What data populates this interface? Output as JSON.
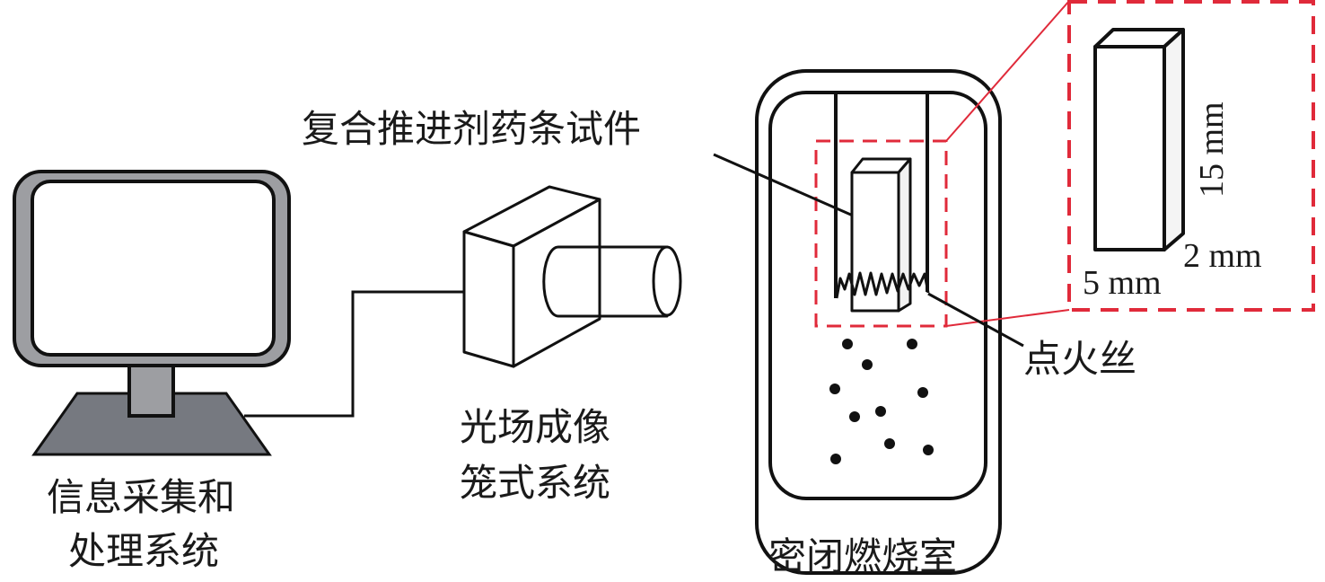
{
  "diagram": {
    "title": "",
    "components": {
      "computer": {
        "label_line1": "信息采集和",
        "label_line2": "处理系统"
      },
      "camera": {
        "label_line1": "光场成像",
        "label_line2": "笼式系统"
      },
      "chamber": {
        "label": "密闭燃烧室"
      },
      "specimen": {
        "label": "复合推进剂药条试件"
      },
      "ignition_wire": {
        "label": "点火丝"
      },
      "specimen_detail": {
        "height_label": "15 mm",
        "depth_label": "2 mm",
        "width_label": "5 mm"
      }
    },
    "colors": {
      "outline": "#111111",
      "monitor_frame": "#9d9ea2",
      "monitor_base": "#767980",
      "detail_box": "#e02a3a"
    }
  }
}
